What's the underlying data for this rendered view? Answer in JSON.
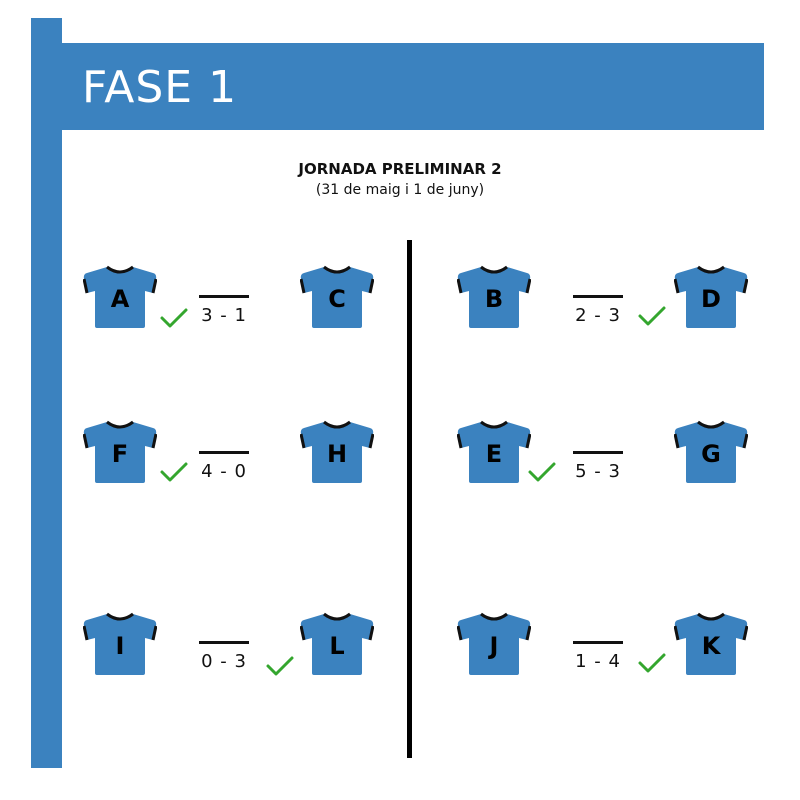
{
  "header": {
    "title": "FASE 1"
  },
  "round": {
    "title": "JORNADA PRELIMINAR 2",
    "dates": "(31 de maig i 1 de juny)"
  },
  "colors": {
    "accent": "#3b82bf",
    "check": "#34a62e"
  },
  "matches": [
    {
      "home": "A",
      "away": "C",
      "score": "3 - 1",
      "winner": "home"
    },
    {
      "home": "B",
      "away": "D",
      "score": "2 - 3",
      "winner": "away"
    },
    {
      "home": "F",
      "away": "H",
      "score": "4 - 0",
      "winner": "home"
    },
    {
      "home": "E",
      "away": "G",
      "score": "5 - 3",
      "winner": "home"
    },
    {
      "home": "I",
      "away": "L",
      "score": "0 - 3",
      "winner": "away"
    },
    {
      "home": "J",
      "away": "K",
      "score": "1 - 4",
      "winner": "away"
    }
  ]
}
